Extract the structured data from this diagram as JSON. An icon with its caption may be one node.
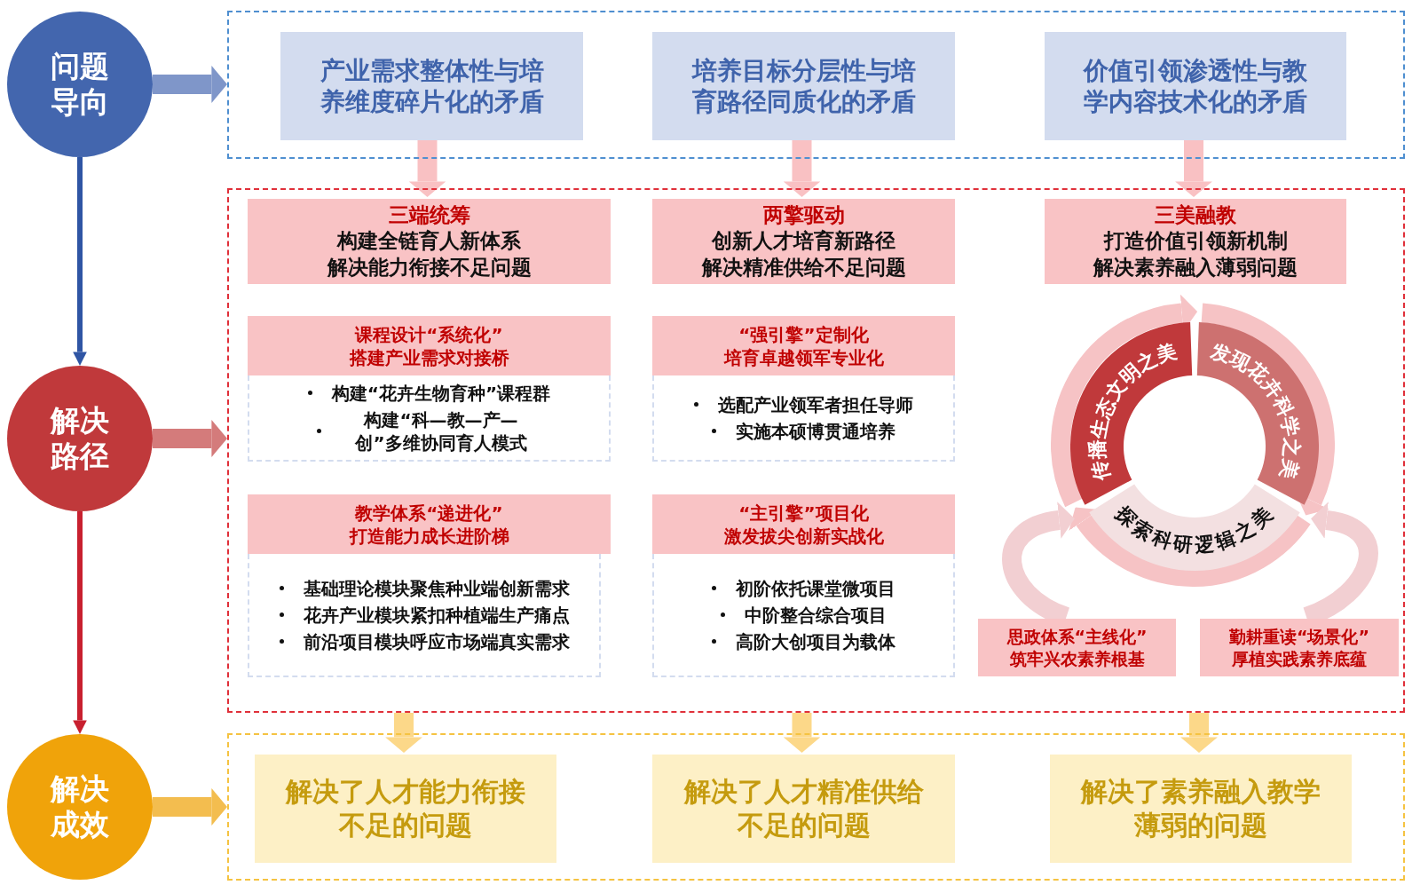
{
  "diagram": {
    "nodes": [
      {
        "text": [
          "问题导向"
        ]
      },
      {
        "text": [
          "解决路径"
        ]
      },
      {
        "text": [
          "解决成效"
        ]
      },
      {
        "text": [],
        "shape": "box"
      },
      {
        "text": [
          "产业需求整体性与培养维度碎片化的矛盾"
        ],
        "in": 3
      },
      {
        "text": [
          "培养目标分层性与培育路径同质化的矛盾"
        ],
        "in": 3
      },
      {
        "text": [
          "价值引领渗透性与教学内容技术化的矛盾"
        ],
        "in": 3
      },
      {
        "text": [],
        "shape": "box"
      },
      {
        "text": [
          "三端统筹",
          "构建全链育人新体系",
          "解决能力衔接不足问题"
        ],
        "in": 7
      },
      {
        "text": [
          "两擎驱动",
          "创新人才培育新路径",
          "解决精准供给不足问题"
        ],
        "in": 7
      },
      {
        "text": [
          "三美融教",
          "打造价值引领新机制",
          "解决素养融入薄弱问题"
        ],
        "in": 7
      },
      {
        "text": [
          "课程设计“系统化”",
          "搭建产业需求对接桥"
        ],
        "in": 7
      },
      {
        "text": [
          "构建“花卉生物育种”课程群",
          "构建“科—教—产—创”多维协同育人模式"
        ],
        "in": 7
      },
      {
        "text": [
          "教学体系“递进化”",
          "打造能力成长进阶梯"
        ],
        "in": 7
      },
      {
        "text": [
          "基础理论模块聚焦种业端创新需求",
          "花卉产业模块紧扣种植端生产痛点",
          "前沿项目模块呼应市场端真实需求"
        ],
        "in": 7
      },
      {
        "text": [
          "“强引擎”定制化",
          "培育卓越领军专业化"
        ],
        "in": 7
      },
      {
        "text": [
          "选配产业领军者担任导师",
          "实施本硕博贯通培养"
        ],
        "in": 7
      },
      {
        "text": [
          "“主引擎”项目化",
          "激发拔尖创新实战化"
        ],
        "in": 7
      },
      {
        "text": [
          "初阶依托课堂微项目",
          "中阶整合综合项目",
          "高阶大创项目为载体"
        ],
        "in": 7
      },
      {
        "text": [
          "传播生态文明之美"
        ],
        "in": 7
      },
      {
        "text": [
          "发现花卉科学之美"
        ],
        "in": 7
      },
      {
        "text": [
          "探索科研逻辑之美"
        ],
        "in": 7
      },
      {
        "text": [
          "思政体系“主线化”",
          "筑牢兴农素养根基"
        ],
        "in": 7
      },
      {
        "text": [
          "勤耕重读“场景化”",
          "厚植实践素养底蕴"
        ],
        "in": 7
      },
      {
        "text": [],
        "shape": "box"
      },
      {
        "text": [
          "解决了人才能力衔接不足的问题"
        ],
        "in": 24
      },
      {
        "text": [
          "解决了人才精准供给不足的问题"
        ],
        "in": 24
      },
      {
        "text": [
          "解决了素养融入教学薄弱的问题"
        ],
        "in": 24
      }
    ],
    "edges": [
      {
        "from": 0,
        "to": 1,
        "arrow": "to",
        "color": "#2f55a4"
      },
      {
        "from": 1,
        "to": 2,
        "arrow": "to",
        "color": "#c8202f"
      },
      {
        "from": 0,
        "to": 3,
        "arrow": "to",
        "color": "#7f96c9"
      },
      {
        "from": 1,
        "to": 7,
        "arrow": "to",
        "color": "#d47b7b"
      },
      {
        "from": 2,
        "to": 24,
        "arrow": "to",
        "color": "#f3bd4f"
      },
      {
        "from": 4,
        "to": 8,
        "arrow": "to",
        "color": "#f9c1c3"
      },
      {
        "from": 5,
        "to": 9,
        "arrow": "to",
        "color": "#f9c1c3"
      },
      {
        "from": 6,
        "to": 10,
        "arrow": "to",
        "color": "#f9c1c3"
      },
      {
        "from": 7,
        "to": 25,
        "arrow": "to",
        "color": "#fcd889"
      },
      {
        "from": 7,
        "to": 26,
        "arrow": "to",
        "color": "#fcd889"
      },
      {
        "from": 7,
        "to": 27,
        "arrow": "to",
        "color": "#fcd889"
      },
      {
        "from": 19,
        "to": 20,
        "arrow": "to",
        "color": "#f6c3c5"
      },
      {
        "from": 20,
        "to": 21,
        "arrow": "to",
        "color": "#f6c3c5"
      },
      {
        "from": 21,
        "to": 19,
        "arrow": "to",
        "color": "#f6c3c5"
      },
      {
        "from": 22,
        "to": 21,
        "arrow": "to",
        "color": "#f2cfd2"
      },
      {
        "from": 23,
        "to": 21,
        "arrow": "to",
        "color": "#f2cfd2"
      }
    ]
  }
}
